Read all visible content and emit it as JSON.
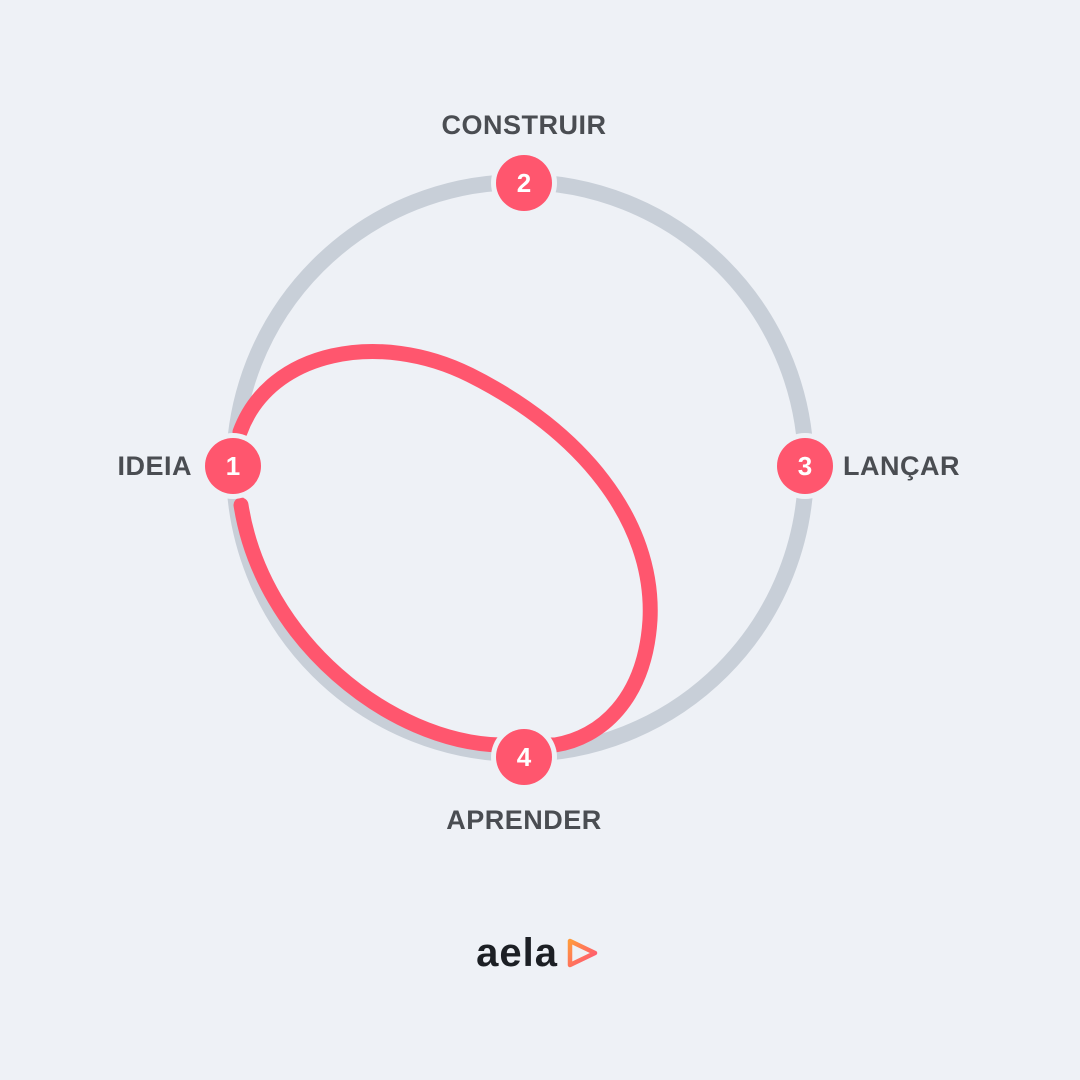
{
  "diagram": {
    "steps": [
      {
        "number": "1",
        "label": "IDEIA"
      },
      {
        "number": "2",
        "label": "CONSTRUIR"
      },
      {
        "number": "3",
        "label": "LANÇAR"
      },
      {
        "number": "4",
        "label": "APRENDER"
      }
    ],
    "colors": {
      "background": "#EEF1F6",
      "cycle_ring": "#C8CFD8",
      "loop_accent": "#FF566E",
      "label_text": "#4A4D52"
    }
  },
  "brand": {
    "name": "aela",
    "icon": "play-triangle-icon"
  }
}
